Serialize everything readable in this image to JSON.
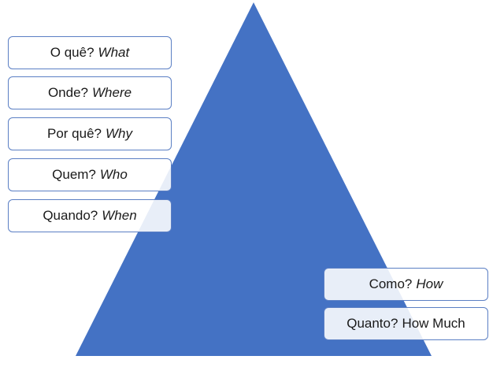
{
  "colors": {
    "pyramid_fill": "#4472c4",
    "box_border": "#5b7fc4",
    "text": "#1a1a1a"
  },
  "labels": [
    {
      "pt": "O quê?",
      "en": "What",
      "en_italic": true
    },
    {
      "pt": "Onde?",
      "en": "Where",
      "en_italic": true
    },
    {
      "pt": "Por quê?",
      "en": "Why",
      "en_italic": true
    },
    {
      "pt": "Quem?",
      "en": "Who",
      "en_italic": true
    },
    {
      "pt": "Quando?",
      "en": "When",
      "en_italic": true
    },
    {
      "pt": "Como?",
      "en": "How",
      "en_italic": true
    },
    {
      "pt": "Quanto?",
      "en": "How Much",
      "en_italic": false
    }
  ]
}
